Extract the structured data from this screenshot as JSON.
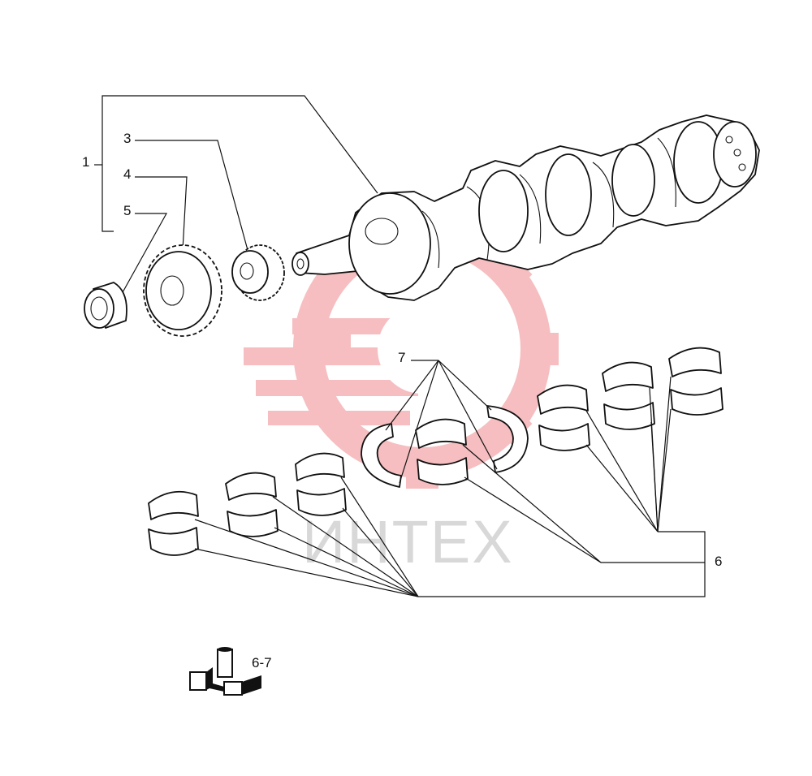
{
  "callouts": {
    "c1": "1",
    "c3": "3",
    "c4": "4",
    "c5": "5",
    "c6": "6",
    "c7": "7"
  },
  "kit_reference": "6-7",
  "watermark": {
    "text": "ИНТЕХ",
    "color": "#e8474c"
  }
}
